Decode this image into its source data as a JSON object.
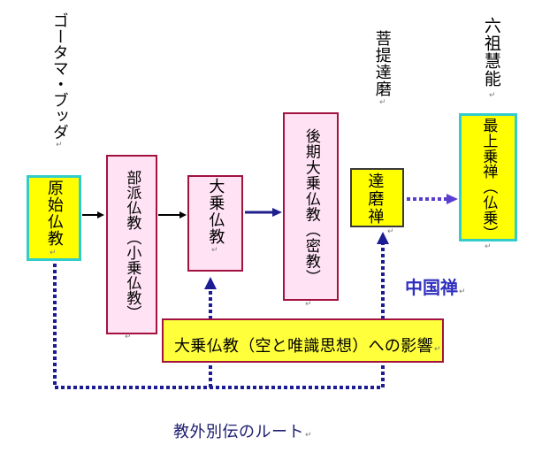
{
  "paragraph_mark": "↵",
  "labels": {
    "gautama_buddha": "ゴータマ・ブッダ",
    "bodhidharma": "菩提達磨",
    "sixth_patriarch_huineng": "六祖慧能",
    "chinese_zen": "中国禅",
    "special_transmission_route": "教外別伝のルート"
  },
  "boxes": {
    "early_buddhism": "原始仏教",
    "sectarian_buddhism": "部派仏教（小乗仏教）",
    "mahayana_buddhism": "大乗仏教",
    "late_mahayana_buddhism": "後期大乗仏教（密教）",
    "daruma_zen": "達磨禅",
    "supreme_vehicle_zen": "最上乗禅（仏乗）",
    "mahayana_influence": "大乗仏教（空と唯識思想）への影響"
  },
  "colors": {
    "yellow_fill": "#ffff00",
    "influence_fill": "#ffff3c",
    "pink_fill": "#ffe2f4",
    "cyan_border": "#33cccc",
    "crimson_border": "#a3123f",
    "dark_border": "#3a3a3a",
    "black_arrow": "#000000",
    "navy_arrow": "#1f1f8f",
    "navy_route": "#1c1c94",
    "purple_arrow": "#5a3fcf",
    "chinese_zen_text": "#3030c0",
    "route_text": "#1f2070",
    "mark_gray": "#808080"
  }
}
